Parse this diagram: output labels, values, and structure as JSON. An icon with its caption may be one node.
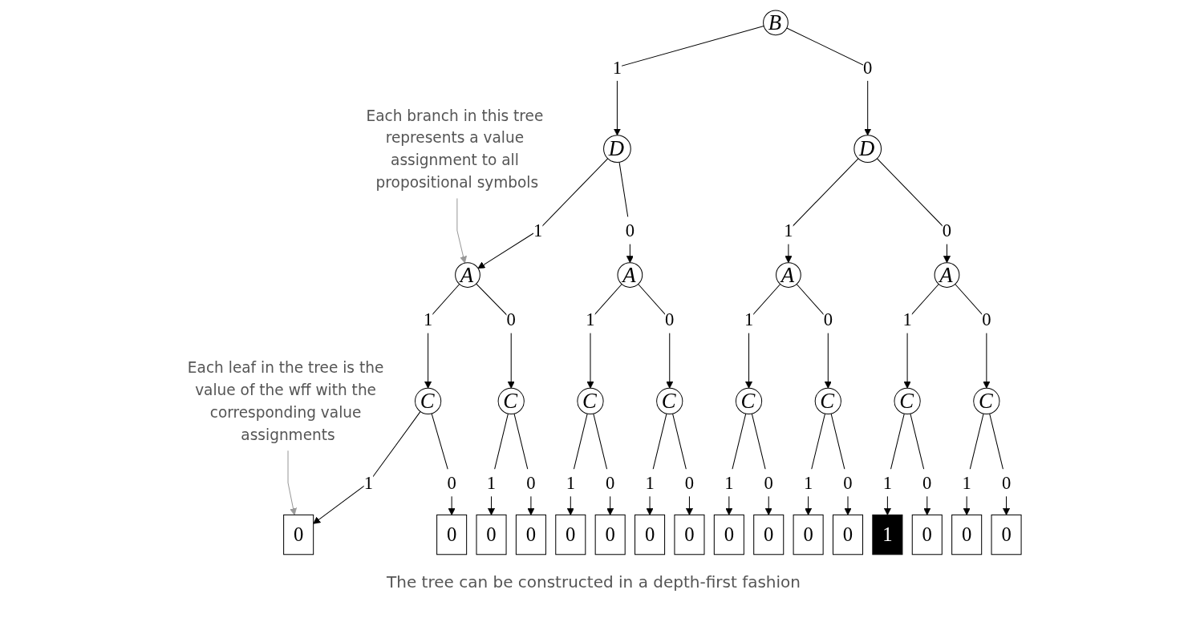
{
  "diagram": {
    "nodes": [
      {
        "text": [
          "B"
        ]
      },
      {
        "text": [
          "Each branch in this tree represents a value assignment to all propositional symbols"
        ]
      },
      {
        "text": [
          "D"
        ]
      },
      {
        "text": [
          "D"
        ]
      },
      {
        "text": [
          "A"
        ]
      },
      {
        "text": [
          "A"
        ]
      },
      {
        "text": [
          "A"
        ]
      },
      {
        "text": [
          "A"
        ]
      },
      {
        "text": [
          "C"
        ]
      },
      {
        "text": [
          "C"
        ]
      },
      {
        "text": [
          "C"
        ]
      },
      {
        "text": [
          "C"
        ]
      },
      {
        "text": [
          "C"
        ]
      },
      {
        "text": [
          "C"
        ]
      },
      {
        "text": [
          "C"
        ]
      },
      {
        "text": [
          "C"
        ]
      },
      {
        "text": [
          "0"
        ]
      },
      {
        "text": [
          "0"
        ]
      },
      {
        "text": [
          "0"
        ]
      },
      {
        "text": [
          "0"
        ]
      },
      {
        "text": [
          "0"
        ]
      },
      {
        "text": [
          "0"
        ]
      },
      {
        "text": [
          "0"
        ]
      },
      {
        "text": [
          "0"
        ]
      },
      {
        "text": [
          "0"
        ]
      },
      {
        "text": [
          "0"
        ]
      },
      {
        "text": [
          "0"
        ]
      },
      {
        "text": [
          "0"
        ]
      },
      {
        "text": [
          "1"
        ]
      },
      {
        "text": [
          "0"
        ]
      },
      {
        "text": [
          "0"
        ]
      },
      {
        "text": [
          "0"
        ]
      },
      {
        "text": [
          "Each leaf in the tree is the value of the wff with the corresponding value assignments"
        ]
      }
    ],
    "edges": [
      {
        "from": 0,
        "to": 2,
        "arrow": "to",
        "label": "1"
      },
      {
        "from": 0,
        "to": 3,
        "arrow": "to",
        "label": "0"
      },
      {
        "from": 2,
        "to": 4,
        "arrow": "to",
        "label": "1"
      },
      {
        "from": 2,
        "to": 5,
        "arrow": "to",
        "label": "0"
      },
      {
        "from": 3,
        "to": 6,
        "arrow": "to",
        "label": "1"
      },
      {
        "from": 3,
        "to": 7,
        "arrow": "to",
        "label": "0"
      },
      {
        "from": 4,
        "to": 8,
        "arrow": "to",
        "label": "1"
      },
      {
        "from": 4,
        "to": 9,
        "arrow": "to",
        "label": "0"
      },
      {
        "from": 5,
        "to": 10,
        "arrow": "to",
        "label": "1"
      },
      {
        "from": 5,
        "to": 11,
        "arrow": "to",
        "label": "0"
      },
      {
        "from": 6,
        "to": 12,
        "arrow": "to",
        "label": "1"
      },
      {
        "from": 6,
        "to": 13,
        "arrow": "to",
        "label": "0"
      },
      {
        "from": 7,
        "to": 14,
        "arrow": "to",
        "label": "1"
      },
      {
        "from": 7,
        "to": 15,
        "arrow": "to",
        "label": "0"
      },
      {
        "from": 8,
        "to": 16,
        "arrow": "to",
        "label": "1"
      },
      {
        "from": 8,
        "to": 17,
        "arrow": "to",
        "label": "0"
      },
      {
        "from": 9,
        "to": 18,
        "arrow": "to",
        "label": "1"
      },
      {
        "from": 9,
        "to": 19,
        "arrow": "to",
        "label": "0"
      },
      {
        "from": 10,
        "to": 20,
        "arrow": "to",
        "label": "1"
      },
      {
        "from": 10,
        "to": 21,
        "arrow": "to",
        "label": "0"
      },
      {
        "from": 11,
        "to": 22,
        "arrow": "to",
        "label": "1"
      },
      {
        "from": 11,
        "to": 23,
        "arrow": "to",
        "label": "0"
      },
      {
        "from": 12,
        "to": 24,
        "arrow": "to",
        "label": "1"
      },
      {
        "from": 12,
        "to": 25,
        "arrow": "to",
        "label": "0"
      },
      {
        "from": 13,
        "to": 26,
        "arrow": "to",
        "label": "1"
      },
      {
        "from": 13,
        "to": 27,
        "arrow": "to",
        "label": "0"
      },
      {
        "from": 14,
        "to": 28,
        "arrow": "to",
        "label": "1"
      },
      {
        "from": 14,
        "to": 29,
        "arrow": "to",
        "label": "0"
      },
      {
        "from": 15,
        "to": 30,
        "arrow": "to",
        "label": "1"
      },
      {
        "from": 15,
        "to": 31,
        "arrow": "to",
        "label": "0"
      },
      {
        "from": 1,
        "to": 4,
        "arrow": "to",
        "color": "#999999"
      },
      {
        "from": 32,
        "to": 16,
        "arrow": "to",
        "color": "#999999"
      }
    ],
    "labels": [
      "The tree can be constructed in a depth-first fashion"
    ]
  }
}
